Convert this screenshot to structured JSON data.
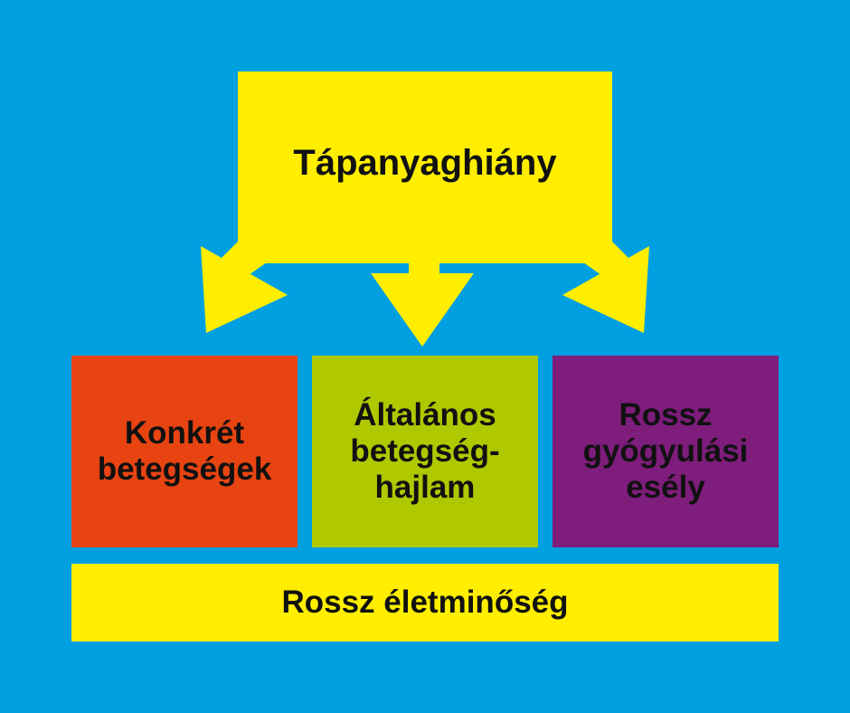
{
  "background_color": "#009fe0",
  "top": {
    "label": "Tápanyaghiány",
    "color": "#ffee00"
  },
  "boxes": [
    {
      "label": "Konkrét betegségek",
      "color": "#e84412"
    },
    {
      "label": "Általános betegség-hajlam",
      "color": "#afc800"
    },
    {
      "label": "Rossz gyógyulási esély",
      "color": "#7e1d7c"
    }
  ],
  "bottom": {
    "label": "Rossz életminőség",
    "color": "#ffee00"
  },
  "icons": {
    "arrows": [
      "arrow-down-left-icon",
      "arrow-down-icon",
      "arrow-down-right-icon"
    ]
  }
}
